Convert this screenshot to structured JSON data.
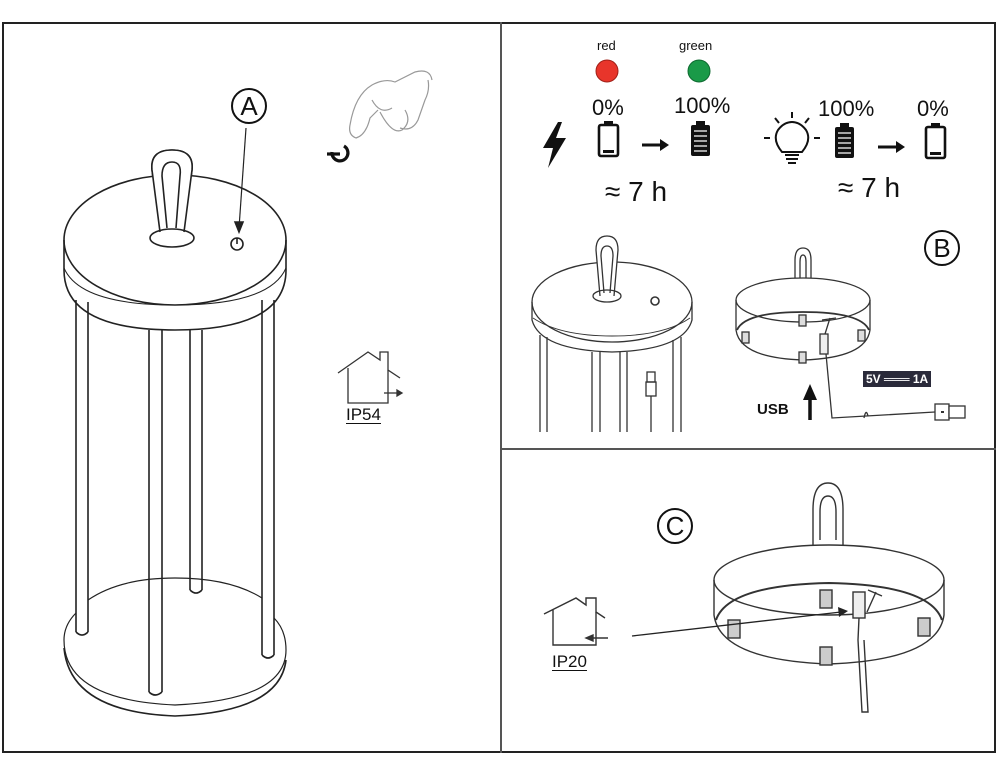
{
  "panels": {
    "A": {
      "label": "A",
      "ip_rating": "IP54",
      "icons": [
        "lantern-illustration",
        "power-button-icon",
        "hand-pressing-icon",
        "outdoor-house-icon"
      ]
    },
    "B": {
      "label": "B",
      "charging": {
        "led_labels": [
          "red",
          "green"
        ],
        "led_colors": [
          "#e8352b",
          "#1a9a48"
        ],
        "from_pct": "0%",
        "to_pct": "100%",
        "duration": "≈ 7 h"
      },
      "discharging": {
        "from_pct": "100%",
        "to_pct": "0%",
        "duration": "≈ 7 h"
      },
      "usb_label": "USB",
      "power_spec": "5V ═══ 1A"
    },
    "C": {
      "label": "C",
      "ip_rating": "IP20"
    }
  }
}
